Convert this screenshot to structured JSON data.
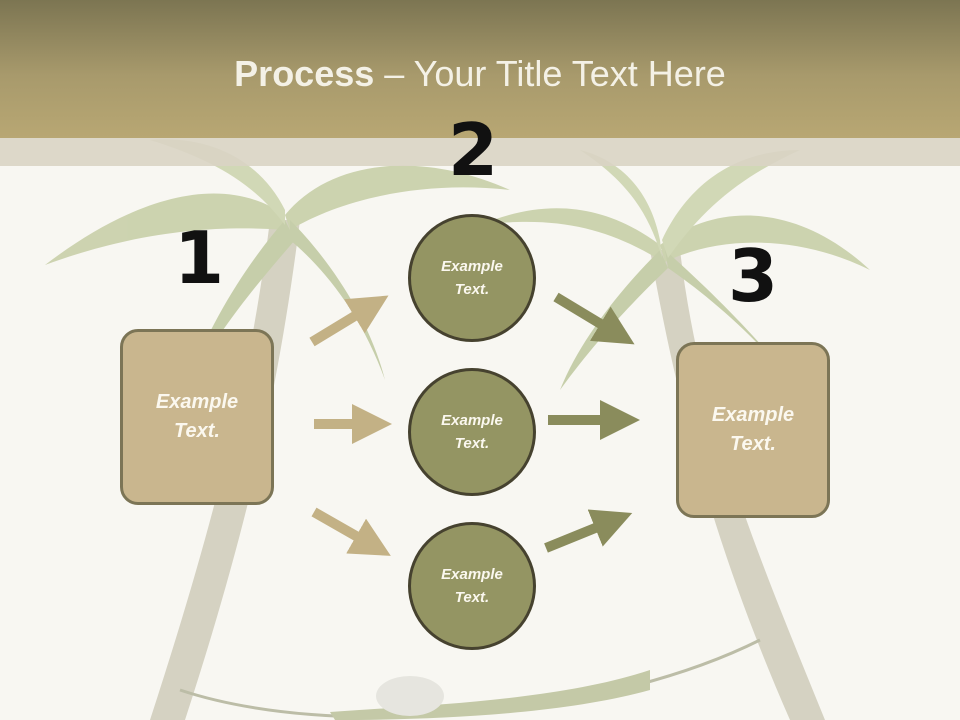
{
  "title": {
    "bold": "Process",
    "rest": " – Your Title Text Here"
  },
  "step_numbers": [
    "1",
    "2",
    "3"
  ],
  "left_box": {
    "text": "Example Text."
  },
  "circles": [
    {
      "text": "Example Text."
    },
    {
      "text": "Example Text."
    },
    {
      "text": "Example Text."
    }
  ],
  "right_box": {
    "text": "Example Text."
  },
  "colors": {
    "box_fill": "#c9b68e",
    "circle_fill": "#949563",
    "left_arrows": "#c3b185",
    "right_arrows": "#8a8c5c",
    "header": "#a89a6c"
  }
}
